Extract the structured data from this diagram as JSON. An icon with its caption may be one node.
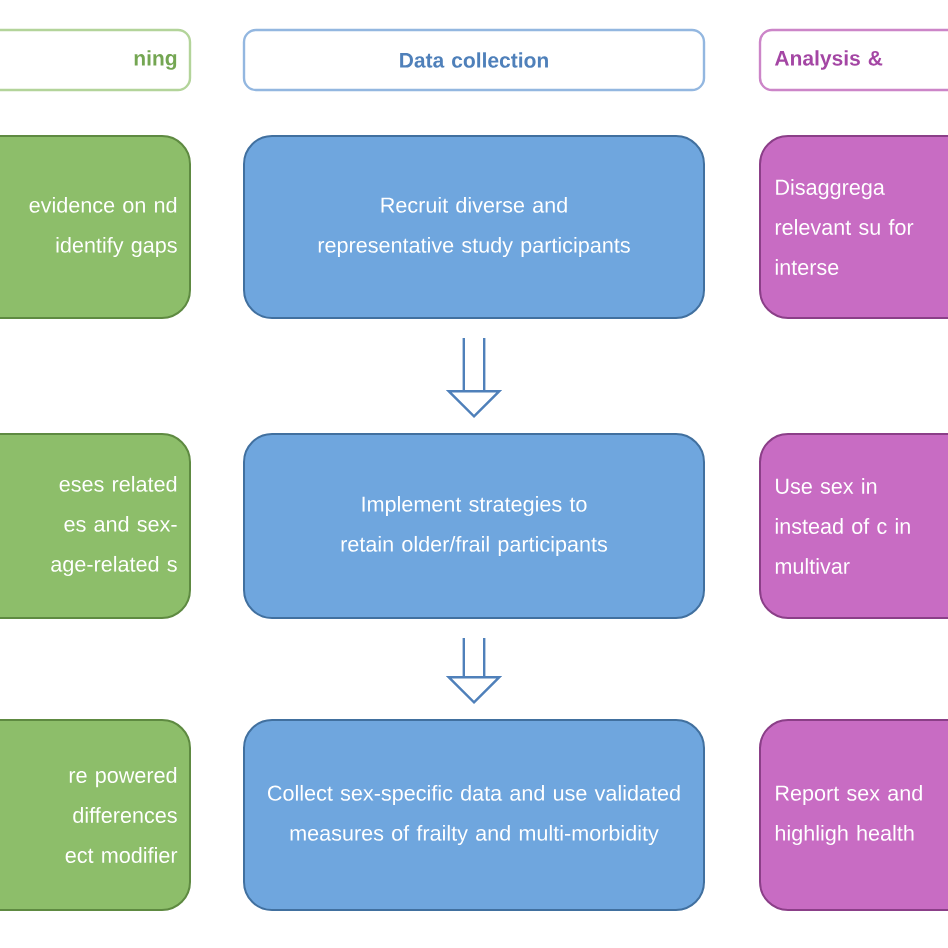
{
  "diagram": {
    "nodes": [
      {
        "text": [
          "ning"
        ]
      },
      {
        "text": [
          "Data collection"
        ]
      },
      {
        "text": [
          "Analysis &"
        ]
      },
      {
        "text": [
          "evidence on nd identify gaps"
        ]
      },
      {
        "text": [
          "Recruit diverse and representative study participants"
        ]
      },
      {
        "text": [
          "Disaggrega relevant su for interse"
        ]
      },
      {
        "text": [
          "eses related es and sex- age-related s"
        ]
      },
      {
        "text": [
          "Implement strategies to retain older/frail participants"
        ]
      },
      {
        "text": [
          "Use sex in instead of c in multivar"
        ]
      },
      {
        "text": [
          "re powered differences ect modifier"
        ]
      },
      {
        "text": [
          "Collect sex-specific data and use validated measures of frailty and multi-morbidity"
        ]
      },
      {
        "text": [
          "Report sex and highligh health"
        ]
      }
    ],
    "edges": [
      {
        "from": 4,
        "to": 7,
        "arrow": "to"
      },
      {
        "from": 7,
        "to": 10,
        "arrow": "to"
      }
    ]
  }
}
